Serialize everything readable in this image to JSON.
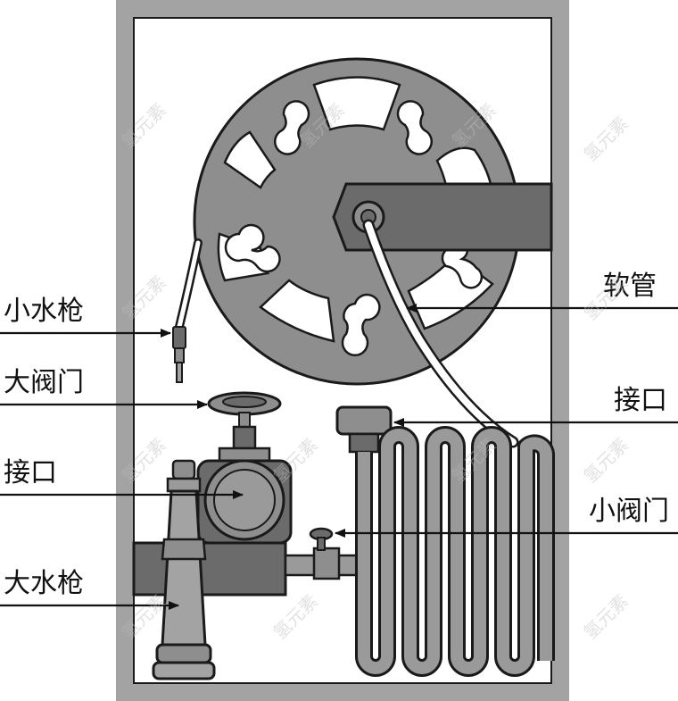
{
  "labels": {
    "small_nozzle": "小水枪",
    "big_valve": "大阀门",
    "left_port": "接口",
    "big_nozzle": "大水枪",
    "hose": "软管",
    "right_port": "接口",
    "small_valve": "小阀门"
  },
  "watermark": "氢元素",
  "colors": {
    "cabinet": "#a3a3a3",
    "interior": "#ffffff",
    "reel": "#8e8e8e",
    "arm": "#6b6b6b",
    "pipe": "#9a9a9a",
    "outline": "#1a1a1a"
  }
}
